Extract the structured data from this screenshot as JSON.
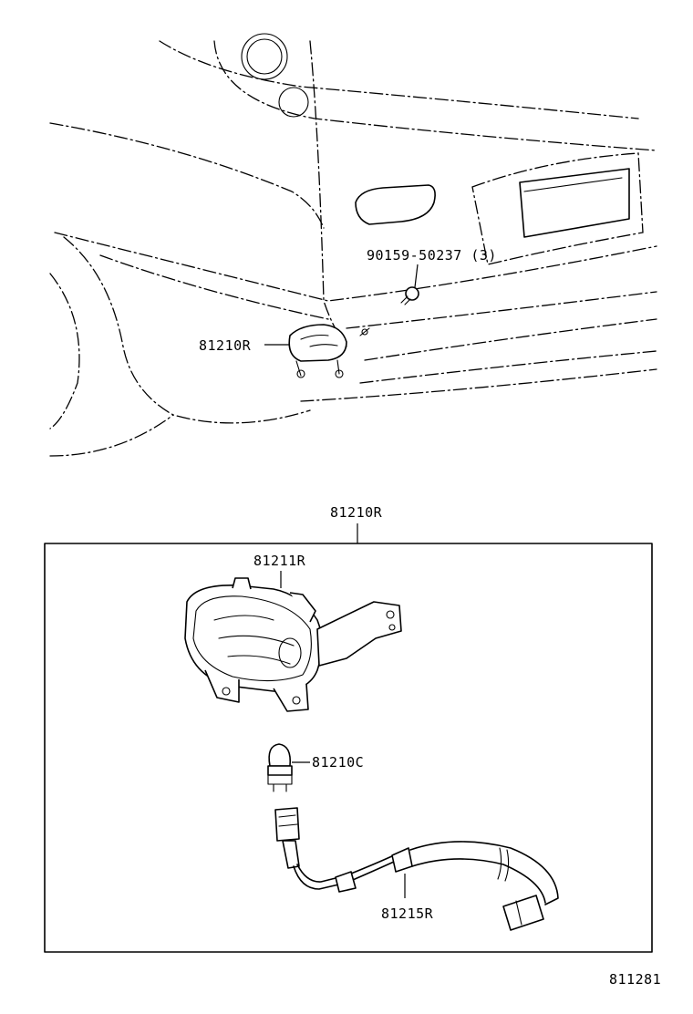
{
  "labels": {
    "screw": "90159-50237 (3)",
    "lamp_in_car": "81210R",
    "assembly": "81210R",
    "housing": "81211R",
    "bulb": "81210C",
    "socket_wire": "81215R",
    "figure_id": "811281"
  }
}
